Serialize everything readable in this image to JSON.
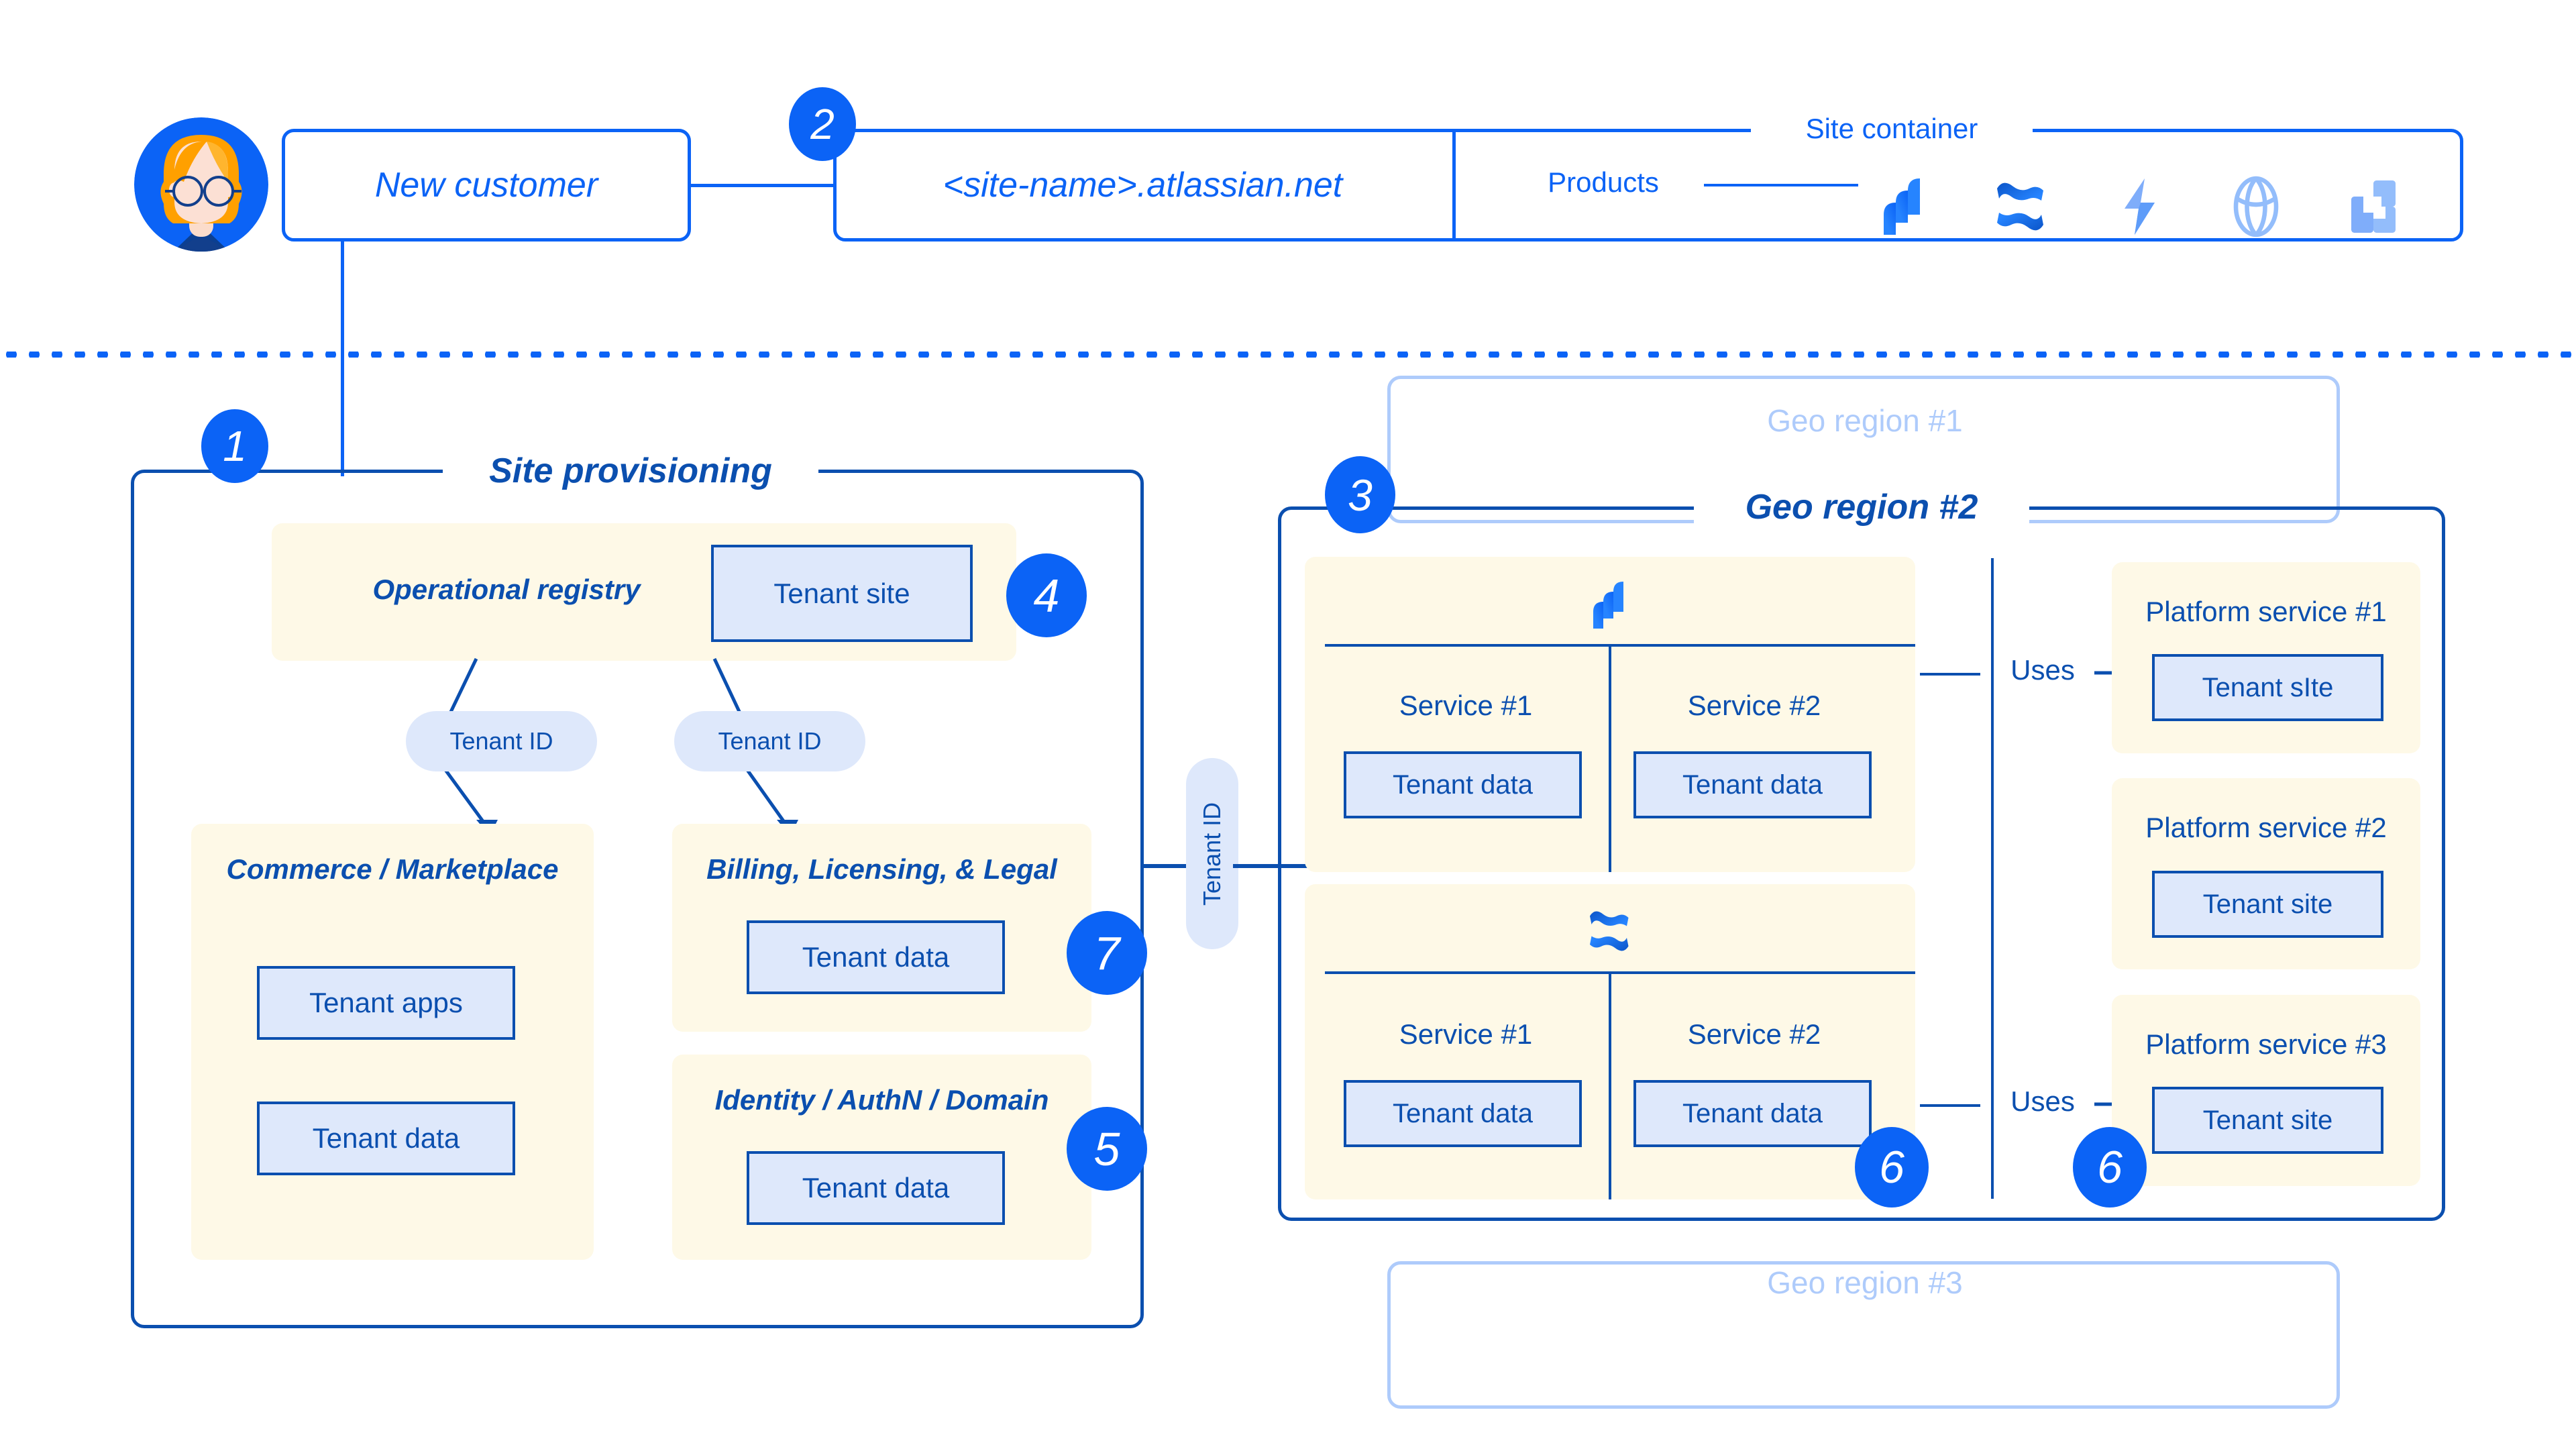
{
  "top": {
    "customer_box": {
      "label": "New customer",
      "avatar": "customer-avatar"
    },
    "site_name_box": {
      "label": "<site-name>.atlassian.net"
    },
    "site_container": {
      "title": "Site container",
      "products_label": "Products",
      "products": [
        "jira-icon",
        "confluence-icon",
        "jira-service-management-icon",
        "atlas-icon",
        "trello-icon"
      ]
    }
  },
  "left_panel": {
    "title": "Site provisioning",
    "operational_registry": {
      "label": "Operational registry",
      "tenant_site": "Tenant site"
    },
    "tenant_id_pills": [
      "Tenant ID",
      "Tenant ID"
    ],
    "commerce": {
      "label": "Commerce / Marketplace",
      "boxes": [
        "Tenant apps",
        "Tenant data"
      ]
    },
    "billing": {
      "label": "Billing, Licensing, & Legal",
      "boxes": [
        "Tenant data"
      ]
    },
    "identity": {
      "label": "Identity / AuthN / Domain",
      "boxes": [
        "Tenant data"
      ]
    }
  },
  "connector": {
    "tenant_id_pill": "Tenant ID"
  },
  "geo_regions": {
    "region1": {
      "title": "Geo region #1"
    },
    "region3": {
      "title": "Geo region #3"
    },
    "region2": {
      "title": "Geo region #2",
      "product_groups": [
        {
          "icon": "jira-icon",
          "services": [
            {
              "name": "Service #1",
              "box": "Tenant data"
            },
            {
              "name": "Service #2",
              "box": "Tenant data"
            }
          ]
        },
        {
          "icon": "confluence-icon",
          "services": [
            {
              "name": "Service #1",
              "box": "Tenant data"
            },
            {
              "name": "Service #2",
              "box": "Tenant data"
            }
          ]
        }
      ],
      "uses_labels": [
        "Uses",
        "Uses"
      ],
      "platform_services": [
        {
          "name": "Platform service #1",
          "box": "Tenant sIte"
        },
        {
          "name": "Platform service #2",
          "box": "Tenant site"
        },
        {
          "name": "Platform service #3",
          "box": "Tenant site"
        }
      ]
    }
  },
  "badges": [
    "1",
    "2",
    "3",
    "4",
    "5",
    "6",
    "6",
    "7"
  ],
  "colors": {
    "blue": "#0B63F6",
    "navy": "#0B4FAF",
    "beige": "#FEF9E7",
    "light_blue": "#DEE8FB",
    "ghost": "#AECBFB"
  }
}
